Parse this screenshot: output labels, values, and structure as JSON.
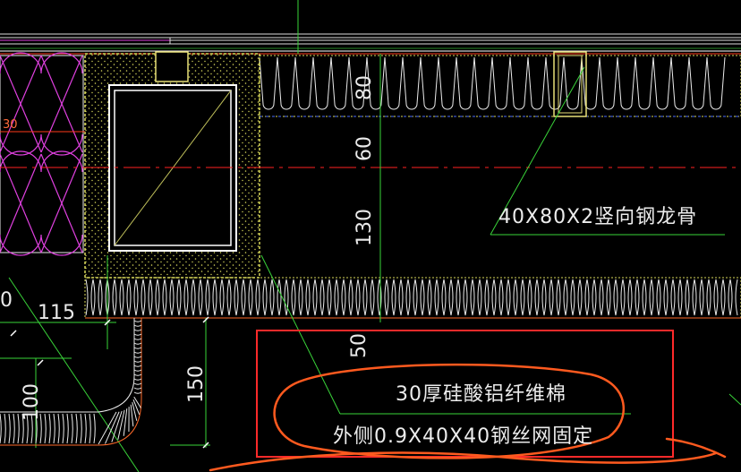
{
  "colors": {
    "background": "#000000",
    "insulation": "#ececec",
    "insulation_pink": "#e040e0",
    "steel": "#ffffff",
    "leader": "#39d339",
    "red_center": "#ff2222",
    "highlight_box": "#ff2a2a",
    "annotation_orange": "#ff5a1f",
    "dotted_fill": "#d7d75a"
  },
  "dimensions": {
    "d80": "80",
    "d60": "60",
    "d130": "130",
    "d115": "115",
    "d50": "50",
    "d150": "150",
    "d100": "100",
    "d30": "30",
    "d0": "0"
  },
  "labels": {
    "steel_keel": "40X80X2竖向钢龙骨",
    "insulation_line1": "30厚硅酸铝纤维棉",
    "insulation_line2": "外侧0.9X40X40钢丝网固定"
  }
}
